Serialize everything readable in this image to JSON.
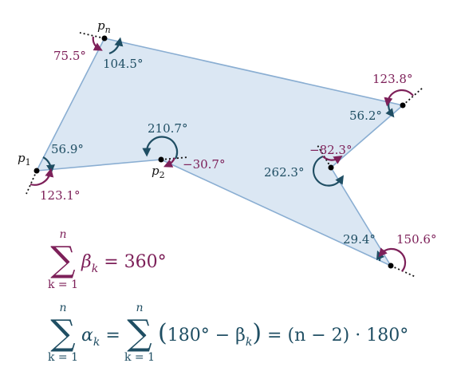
{
  "colors": {
    "fill": "#dbe7f3",
    "edge": "#8aaed2",
    "interior": "#1f4e63",
    "exterior": "#7d2059",
    "point": "#000000"
  },
  "points": {
    "pn": "p",
    "pn_sub": "n",
    "p1": "p",
    "p1_sub": "1",
    "p2": "p",
    "p2_sub": "2"
  },
  "angles": {
    "interior": [
      "104.5°",
      "56.2°",
      "262.3°",
      "29.4°",
      "210.7°",
      "56.9°"
    ],
    "exterior": [
      "75.5°",
      "123.8°",
      "−82.3°",
      "150.6°",
      "−30.7°",
      "123.1°"
    ]
  },
  "formula1": {
    "sum_top": "n",
    "sum_bottom": "k = 1",
    "symbol": "β",
    "sub": "k",
    "rhs": " = 360°"
  },
  "formula2": {
    "sum1_top": "n",
    "sum1_bottom": "k = 1",
    "symbol": "α",
    "sub": "k",
    "eq1": " = ",
    "sum2_top": "n",
    "sum2_bottom": "k = 1",
    "paren_left": "(",
    "term": "180° − β",
    "term_sub": "k",
    "paren_right": ")",
    "rhs": " = (n − 2) · 180°"
  }
}
